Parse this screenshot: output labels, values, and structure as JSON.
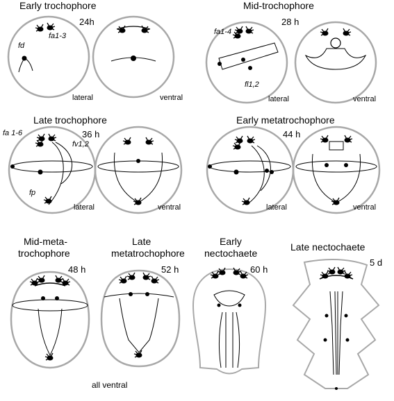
{
  "panels": {
    "early_troch": {
      "title": "Early trochophore",
      "time": "24h",
      "labels": [
        "fa1-3",
        "fd"
      ],
      "views": [
        "lateral",
        "ventral"
      ]
    },
    "mid_troch": {
      "title": "Mid-trochophore",
      "time": "28 h",
      "labels": [
        "fa1-4",
        "fl1,2"
      ],
      "views": [
        "lateral",
        "ventral"
      ]
    },
    "late_troch": {
      "title": "Late trochophore",
      "time": "36 h",
      "labels": [
        "fa 1-6",
        "fv1,2",
        "fp"
      ],
      "views": [
        "lateral",
        "ventral"
      ]
    },
    "early_meta": {
      "title": "Early metatrochophore",
      "time": "44 h",
      "views": [
        "lateral",
        "ventral"
      ]
    },
    "mid_meta": {
      "title_line1": "Mid-meta-",
      "title_line2": "trochophore",
      "time": "48 h"
    },
    "late_meta": {
      "title_line1": "Late",
      "title_line2": "metatrochophore",
      "time": "52 h"
    },
    "early_necto": {
      "title_line1": "Early",
      "title_line2": "nectochaete",
      "time": "60 h"
    },
    "late_necto": {
      "title": "Late nectochaete",
      "time": "5 d"
    }
  },
  "footer": "all ventral",
  "colors": {
    "outline": "#a8a8a8",
    "neuron": "#000000"
  }
}
